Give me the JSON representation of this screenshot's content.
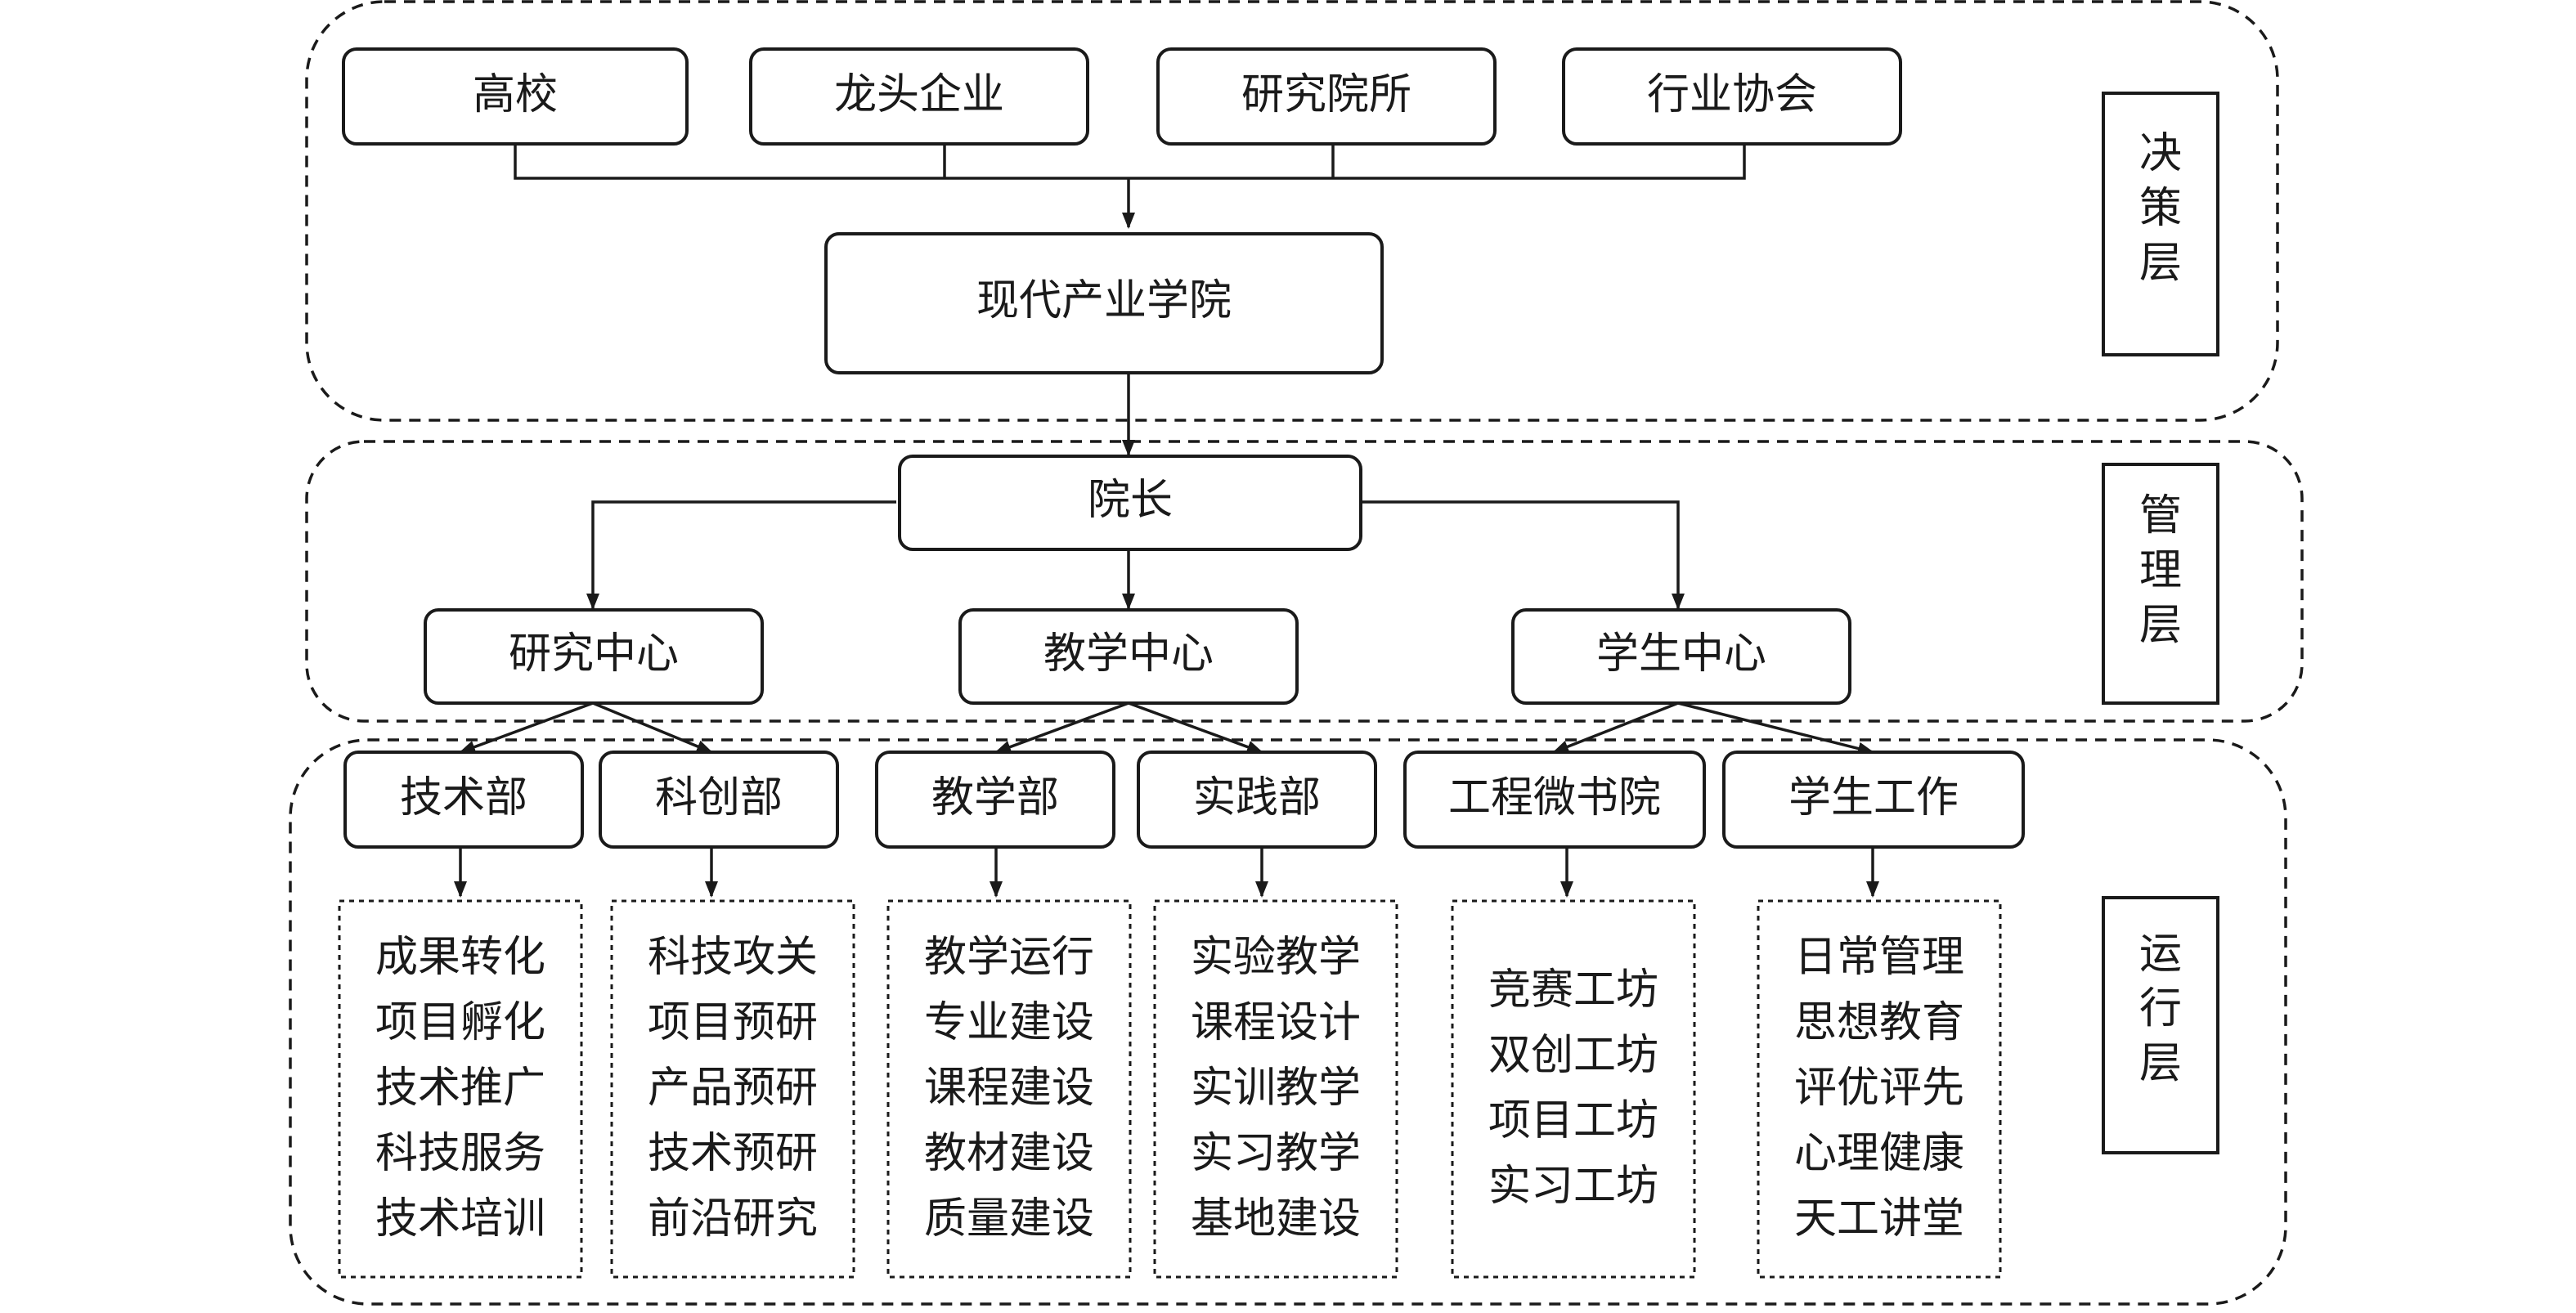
{
  "decision_layer": {
    "label": [
      "决",
      "策",
      "层"
    ],
    "partners": [
      "高校",
      "龙头企业",
      "研究院所",
      "行业协会"
    ],
    "institute": "现代产业学院"
  },
  "management_layer": {
    "label": [
      "管",
      "理",
      "层"
    ],
    "dean": "院长",
    "centers": [
      "研究中心",
      "教学中心",
      "学生中心"
    ]
  },
  "operation_layer": {
    "label": [
      "运",
      "行",
      "层"
    ],
    "departments": [
      "技术部",
      "科创部",
      "教学部",
      "实践部",
      "工程微书院",
      "学生工作"
    ],
    "duties": [
      [
        "成果转化",
        "项目孵化",
        "技术推广",
        "科技服务",
        "技术培训"
      ],
      [
        "科技攻关",
        "项目预研",
        "产品预研",
        "技术预研",
        "前沿研究"
      ],
      [
        "教学运行",
        "专业建设",
        "课程建设",
        "教材建设",
        "质量建设"
      ],
      [
        "实验教学",
        "课程设计",
        "实训教学",
        "实习教学",
        "基地建设"
      ],
      [
        "竞赛工坊",
        "双创工坊",
        "项目工坊",
        "实习工坊"
      ],
      [
        "日常管理",
        "思想教育",
        "评优评先",
        "心理健康",
        "天工讲堂"
      ]
    ]
  }
}
